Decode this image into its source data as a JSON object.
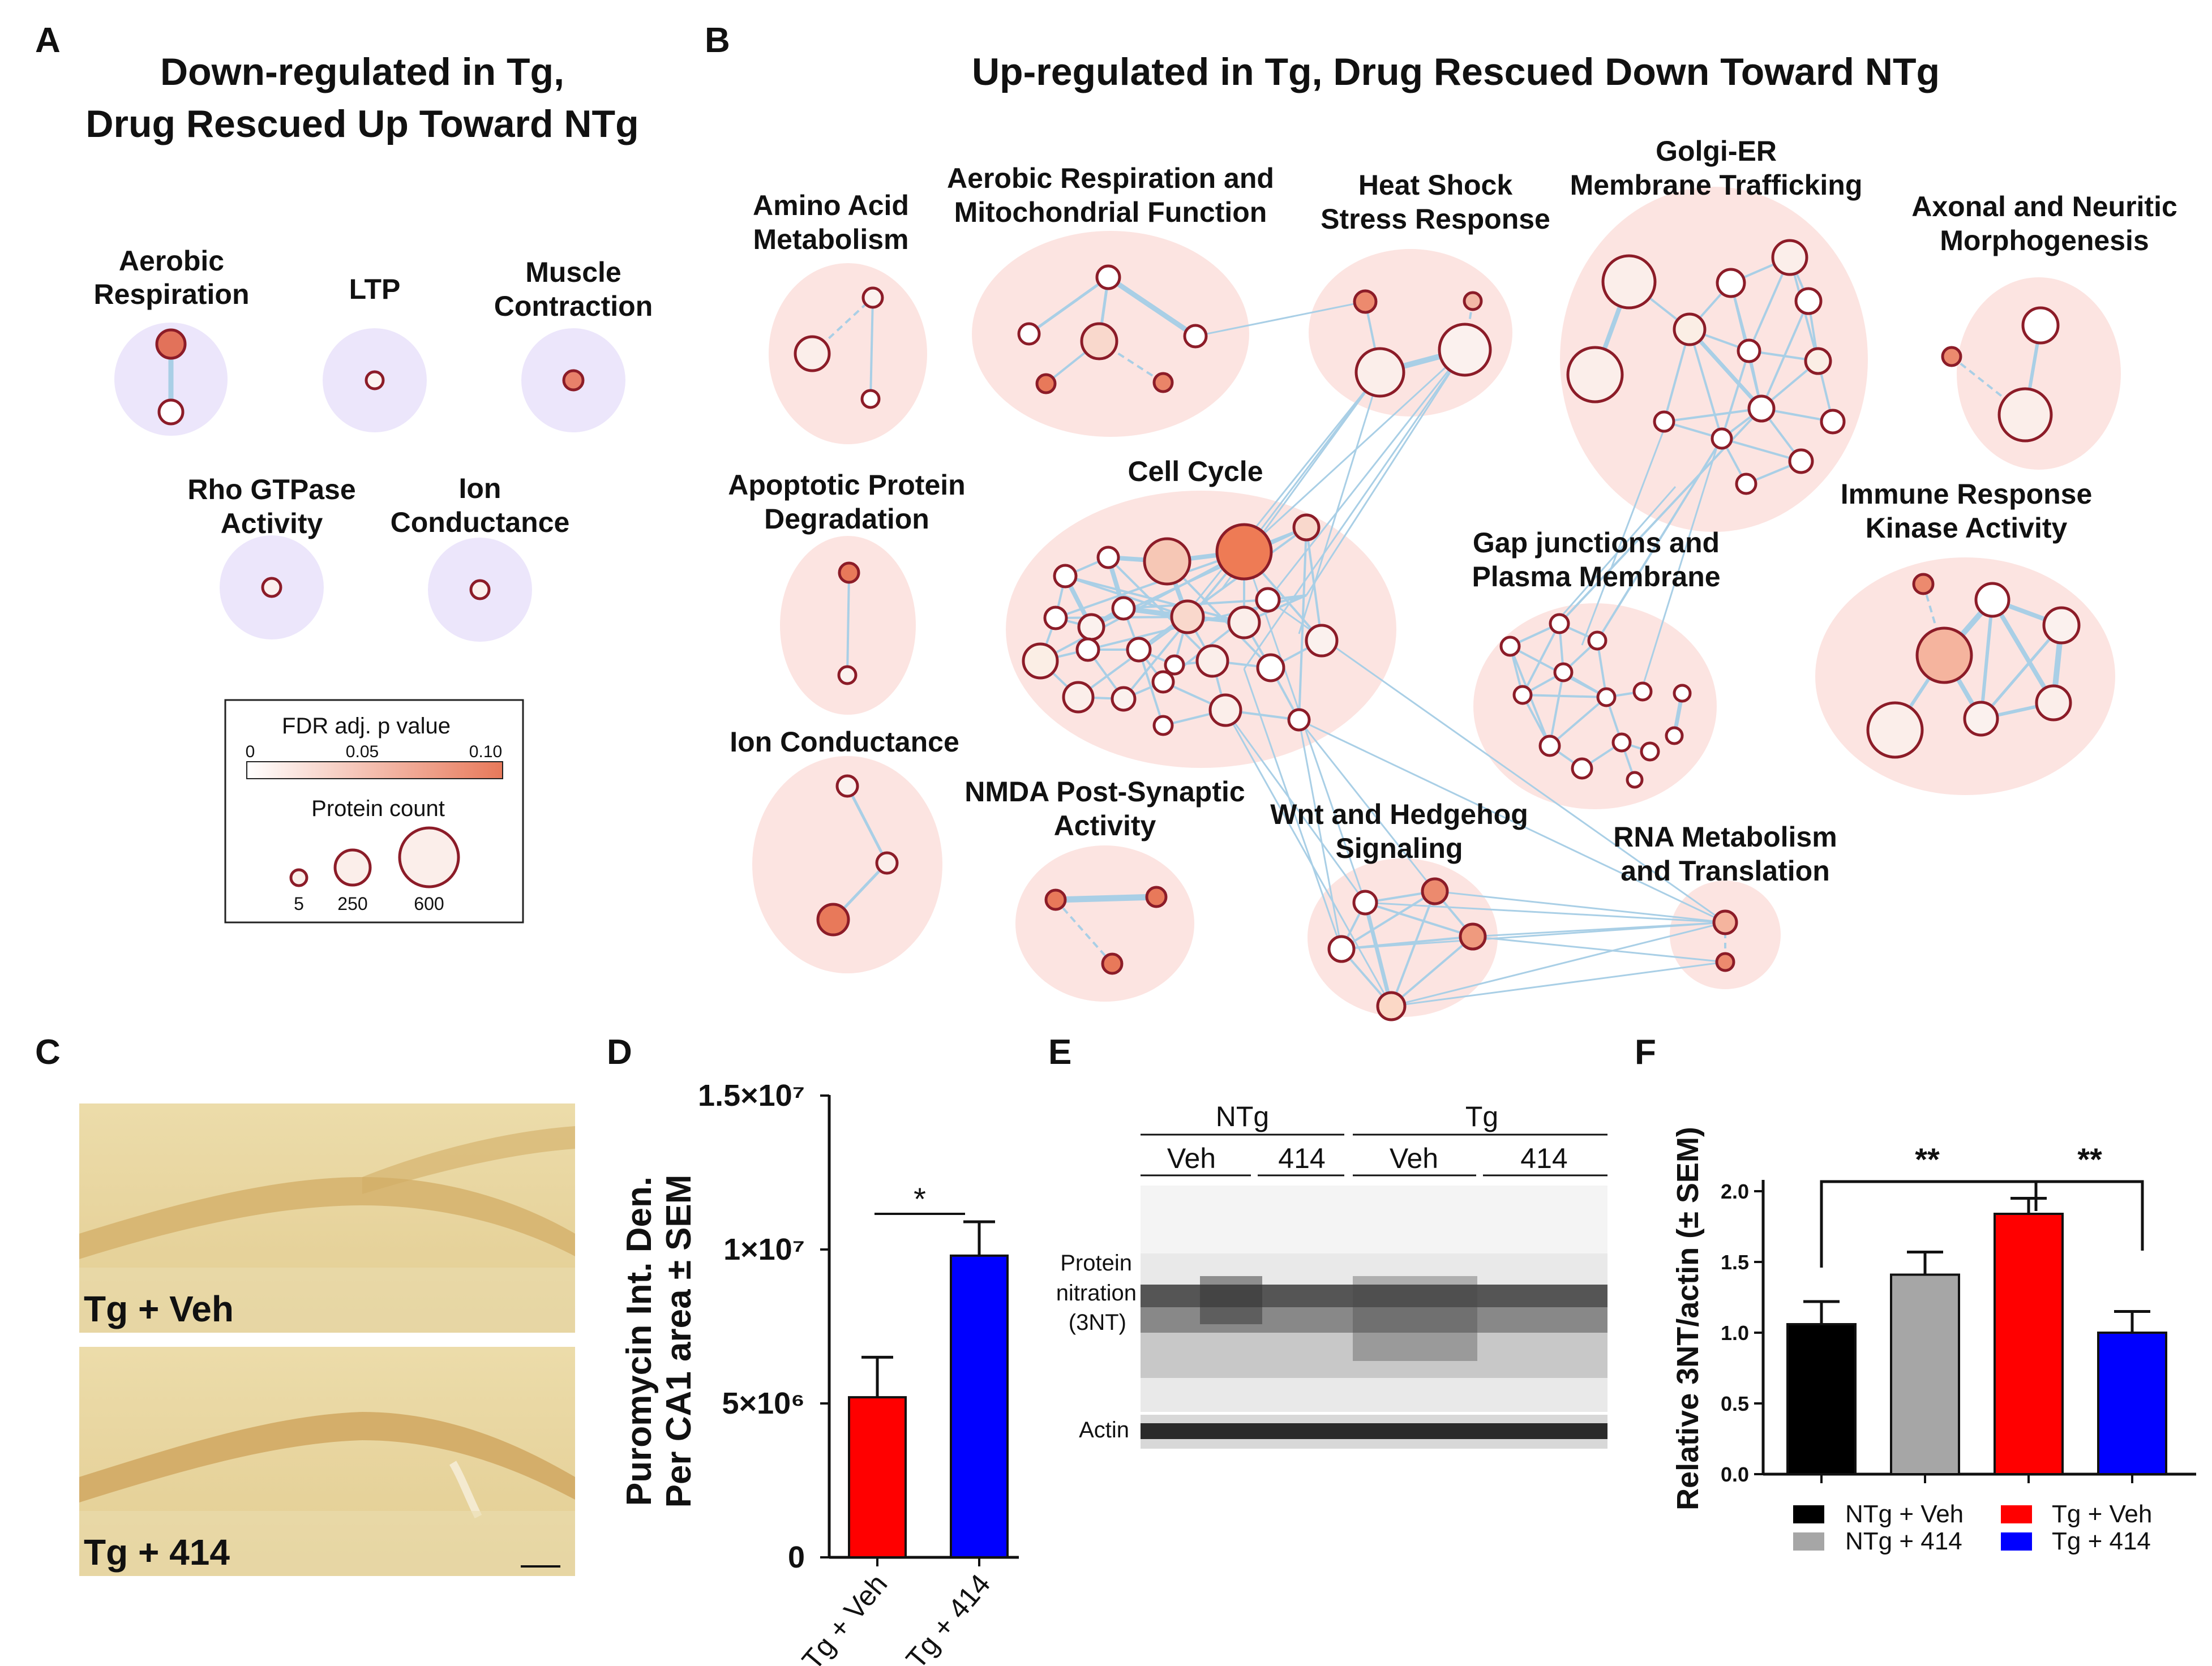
{
  "panels": {
    "a": "A",
    "b": "B",
    "c": "C",
    "d": "D",
    "e": "E",
    "f": "F"
  },
  "panel_a": {
    "title_line1": "Down-regulated in Tg,",
    "title_line2": "Drug Rescued Up Toward NTg",
    "clusters": [
      {
        "line1": "Aerobic",
        "line2": "Respiration"
      },
      {
        "line1": "LTP",
        "line2": ""
      },
      {
        "line1": "Muscle",
        "line2": "Contraction"
      },
      {
        "line1": "Rho GTPase",
        "line2": "Activity"
      },
      {
        "line1": "Ion",
        "line2": "Conductance"
      }
    ],
    "legend": {
      "fdr_title": "FDR adj. p value",
      "ticks": [
        "0",
        "0.05",
        "0.10"
      ],
      "count_title": "Protein count",
      "counts": [
        "5",
        "250",
        "600"
      ],
      "gradient_start": "#ffffff",
      "gradient_end": "#e8795a"
    }
  },
  "panel_b": {
    "title": "Up-regulated in Tg, Drug Rescued Down Toward NTg",
    "clusters": [
      {
        "line1": "Amino Acid",
        "line2": "Metabolism"
      },
      {
        "line1": "Aerobic Respiration and",
        "line2": "Mitochondrial Function"
      },
      {
        "line1": "Heat Shock",
        "line2": "Stress Response"
      },
      {
        "line1": "Golgi-ER",
        "line2": "Membrane Trafficking"
      },
      {
        "line1": "Axonal and Neuritic",
        "line2": "Morphogenesis"
      },
      {
        "line1": "Apoptotic Protein",
        "line2": "Degradation"
      },
      {
        "line1": "Cell Cycle",
        "line2": ""
      },
      {
        "line1": "Gap junctions and",
        "line2": "Plasma Membrane"
      },
      {
        "line1": "Immune Response",
        "line2": "Kinase Activity"
      },
      {
        "line1": "Ion Conductance",
        "line2": ""
      },
      {
        "line1": "NMDA Post-Synaptic",
        "line2": "Activity"
      },
      {
        "line1": "Wnt and Hedgehog",
        "line2": "Signaling"
      },
      {
        "line1": "RNA Metabolism",
        "line2": "and Translation"
      }
    ]
  },
  "panel_c": {
    "label_top": "Tg + Veh",
    "label_bottom": "Tg + 414"
  },
  "panel_d": {
    "ylabel_line1": "Puromycin Int. Den.",
    "ylabel_line2": "Per CA1 area ± SEM",
    "ytick_labels": [
      "0",
      "5×10⁶",
      "1×10⁷",
      "1.5×10⁷"
    ],
    "significance": "*"
  },
  "panel_e": {
    "group1": "NTg",
    "group2": "Tg",
    "sub_labels": [
      "Veh",
      "414",
      "Veh",
      "414"
    ],
    "blot1_label": [
      "Protein",
      "nitration",
      "(3NT)"
    ],
    "blot2_label": "Actin"
  },
  "panel_f": {
    "ylabel": "Relative 3NT/actin (± SEM)",
    "ytick_labels": [
      "0.0",
      "0.5",
      "1.0",
      "1.5",
      "2.0"
    ],
    "significance": [
      "**",
      "**"
    ],
    "legend": [
      "NTg + Veh",
      "NTg + 414",
      "Tg + Veh",
      "Tg + 414"
    ]
  },
  "chart_data": [
    {
      "type": "bar",
      "categories": [
        "Tg + Veh",
        "Tg + 414"
      ],
      "values": [
        5200000,
        9800000
      ],
      "errors": [
        1300000,
        1100000
      ],
      "colors": [
        "#ff0000",
        "#0000ff"
      ],
      "ylabel": "Puromycin Int. Den. Per CA1 area ± SEM",
      "ylim": [
        0,
        15000000
      ],
      "yticks": [
        0,
        5000000,
        10000000,
        15000000
      ]
    },
    {
      "type": "bar",
      "categories": [
        "NTg + Veh",
        "NTg + 414",
        "Tg + Veh",
        "Tg + 414"
      ],
      "values": [
        1.06,
        1.41,
        1.84,
        1.0
      ],
      "errors": [
        0.16,
        0.16,
        0.11,
        0.15
      ],
      "colors": [
        "#000000",
        "#a6a6a6",
        "#ff0000",
        "#0000ff"
      ],
      "ylabel": "Relative 3NT/actin (± SEM)",
      "ylim": [
        0,
        2.0
      ],
      "yticks": [
        0,
        0.5,
        1.0,
        1.5,
        2.0
      ],
      "legend_position": "bottom"
    }
  ]
}
